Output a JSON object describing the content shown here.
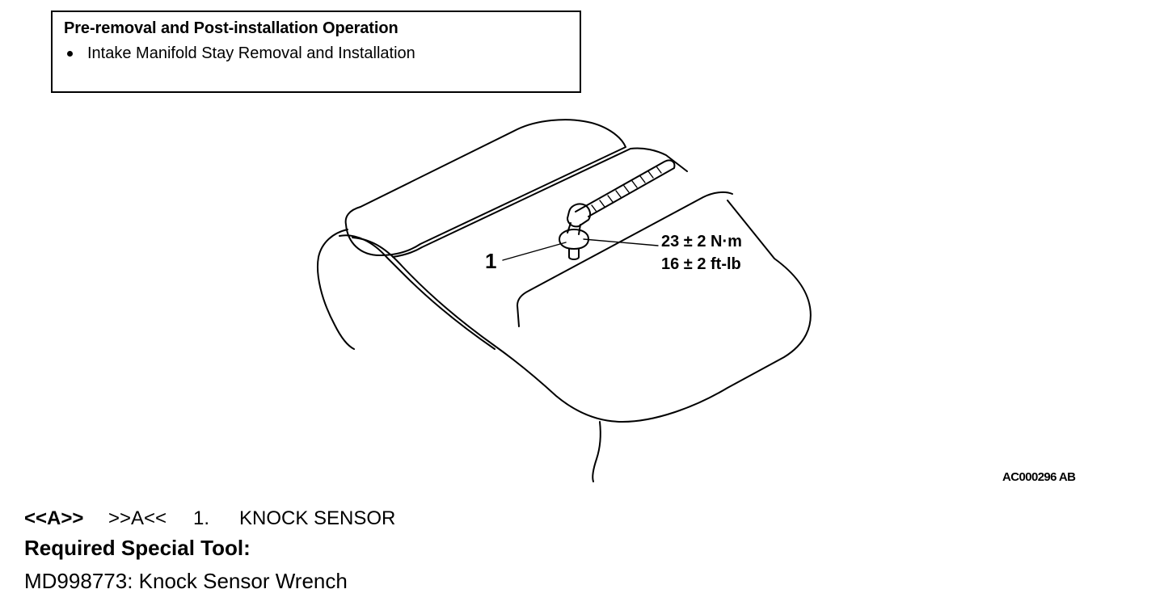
{
  "operation_box": {
    "title": "Pre-removal and Post-installation Operation",
    "items": [
      "Intake Manifold Stay Removal and Installation"
    ]
  },
  "figure": {
    "callout_number": "1",
    "torque_nm": "23 ± 2 N·m",
    "torque_ftlb": "16 ± 2 ft-lb",
    "code": "AC000296 AB"
  },
  "procedure": {
    "removal_ref": "<<A>>",
    "install_ref": ">>A<<",
    "step_number": "1.",
    "step_label": "KNOCK SENSOR"
  },
  "special_tool": {
    "heading": "Required Special Tool:",
    "item": "MD998773: Knock Sensor Wrench"
  }
}
